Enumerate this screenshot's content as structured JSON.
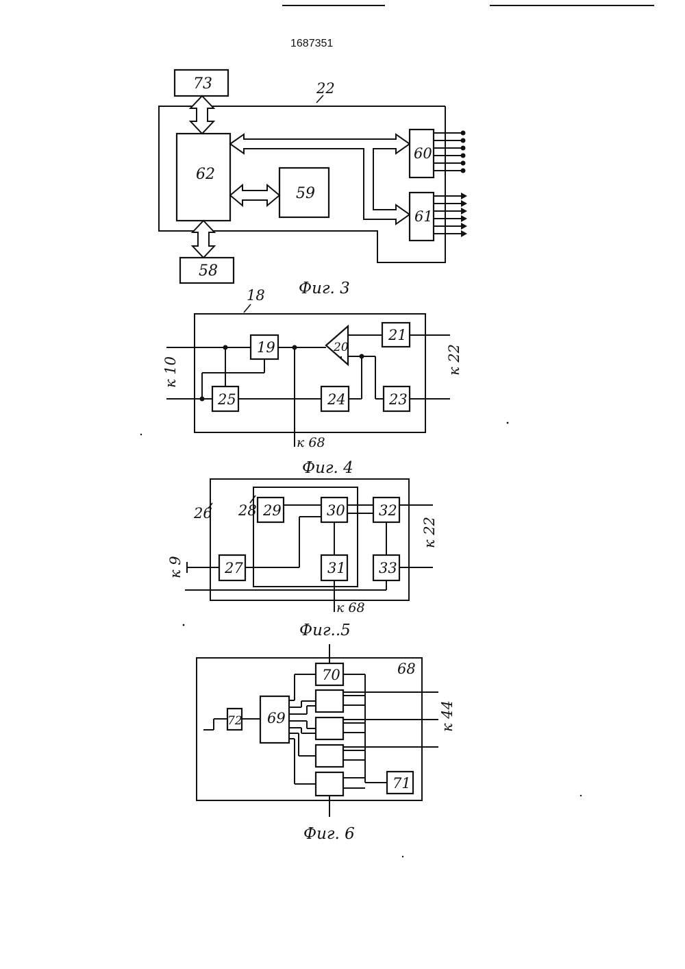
{
  "document_number": "1687351",
  "fig3": {
    "caption": "Фиг. 3",
    "ref_22": "22",
    "block_73": "73",
    "block_62": "62",
    "block_59": "59",
    "block_58": "58",
    "block_60": "60",
    "block_61": "61"
  },
  "fig4": {
    "caption": "Фиг. 4",
    "ref_18": "18",
    "block_19": "19",
    "block_20": "20",
    "block_21": "21",
    "block_23": "23",
    "block_24": "24",
    "block_25": "25",
    "label_k10": "к 10",
    "label_k22": "к 22",
    "label_k68": "к 68"
  },
  "fig5": {
    "caption": "Фиг..5",
    "ref_26": "26",
    "ref_28": "28",
    "block_27": "27",
    "block_29": "29",
    "block_30": "30",
    "block_31": "31",
    "block_32": "32",
    "block_33": "33",
    "label_k9": "к 9",
    "label_k22": "к 22",
    "label_k68": "к 68"
  },
  "fig6": {
    "caption": "Фиг. 6",
    "ref_68": "68",
    "block_69": "69",
    "block_70": "70",
    "block_71": "71",
    "block_72": "72",
    "label_k44": "к 44"
  }
}
